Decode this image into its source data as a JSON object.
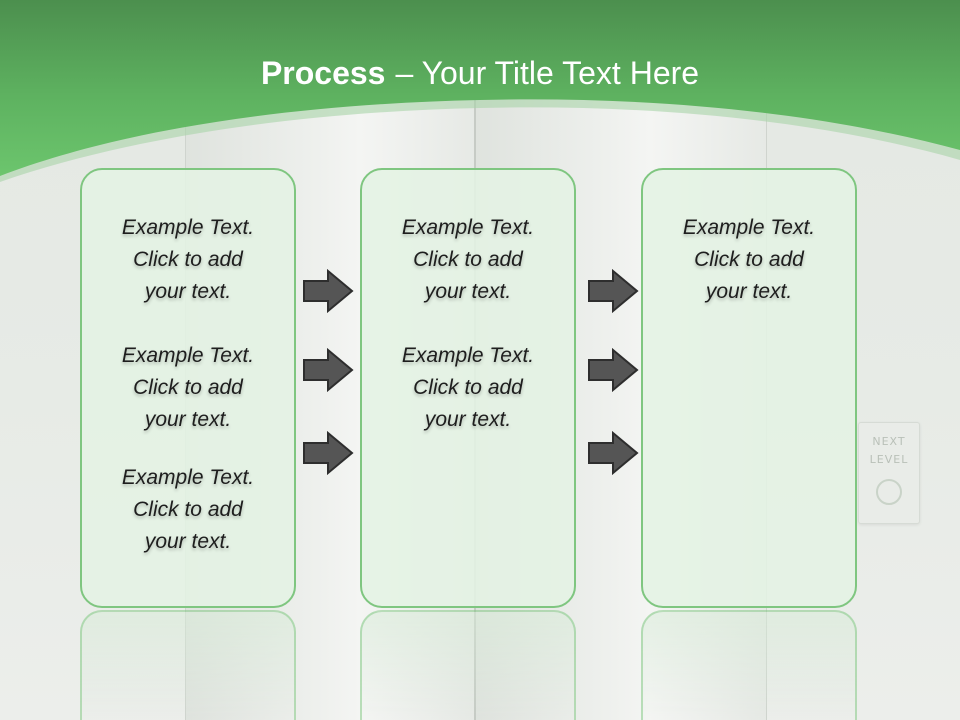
{
  "title": {
    "strong": "Process",
    "rest": "– Your Title Text Here"
  },
  "wall_sign": {
    "text": "NEXT\nLEVEL"
  },
  "columns": [
    {
      "items": [
        {
          "line1": "Example Text.",
          "line2": "Click  to add",
          "line3": "your text."
        },
        {
          "line1": "Example Text.",
          "line2": "Click  to add",
          "line3": "your text."
        },
        {
          "line1": "Example Text.",
          "line2": "Click  to add",
          "line3": "your text."
        }
      ]
    },
    {
      "items": [
        {
          "line1": "Example Text.",
          "line2": "Click  to add",
          "line3": "your text."
        },
        {
          "line1": "Example Text.",
          "line2": "Click  to add",
          "line3": "your text."
        }
      ]
    },
    {
      "items": [
        {
          "line1": "Example Text.",
          "line2": "Click  to add",
          "line3": "your text."
        }
      ]
    }
  ],
  "colors": {
    "header_green": "#5aa85c",
    "box_border": "#7fc680",
    "arrow_fill": "#555555"
  },
  "icons": [
    "right-arrow-icon"
  ]
}
